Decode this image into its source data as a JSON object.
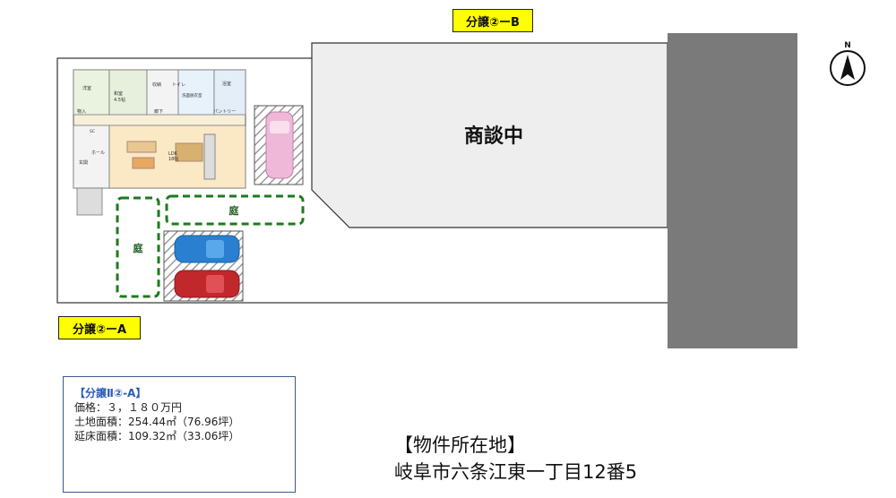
{
  "labels": {
    "plot_b": "分譲②ーB",
    "plot_a": "分譲②ーA",
    "negotiating": "商談中",
    "garden": "庭",
    "north": "N"
  },
  "floorplan": {
    "rooms": [
      "洋室",
      "和室",
      "4.5帖",
      "洗面脱衣室",
      "浴室",
      "トイレ",
      "パントリー",
      "LDK",
      "18帖",
      "ホール",
      "玄関",
      "廊下",
      "SC",
      "収納",
      "物入"
    ]
  },
  "info": {
    "title": "【分譲Ⅱ②-A】",
    "price": "価格：３，１８０万円",
    "land_area": "土地面積：254.44㎡（76.96坪）",
    "floor_area": "延床面積：109.32㎡（33.06坪）"
  },
  "address": {
    "heading": "【物件所在地】",
    "value": "岐阜市六条江東一丁目12番5"
  },
  "colors": {
    "label_bg": "#ffff00",
    "lot_b_fill": "#eeeeee",
    "road": "#7a7a7a",
    "garden_border": "#1e7a1e",
    "info_border": "#3a5a8c",
    "info_title": "#2a5bb8",
    "car_blue": "#2a7fd0",
    "car_red": "#c0282c",
    "car_pink": "#f0b8d8"
  }
}
